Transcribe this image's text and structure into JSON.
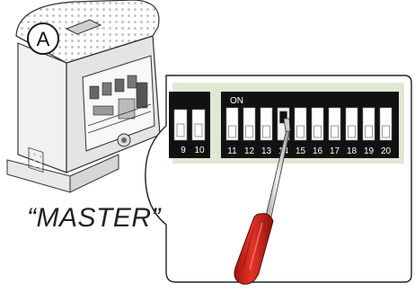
{
  "callout_label": "A",
  "caption": "“MASTER”",
  "dip_switch": {
    "on_label": "ON",
    "left_bank_numbers": [
      "9",
      "10"
    ],
    "main_bank_numbers": [
      "11",
      "12",
      "13",
      "14",
      "15",
      "16",
      "17",
      "18",
      "19",
      "20"
    ],
    "switch_14_state": "on"
  },
  "colors": {
    "pcb_green": "#dfe8d2",
    "switch_body": "#111111",
    "screwdriver_handle": "#d8261e",
    "outline": "#333333"
  },
  "icons": {
    "tool": "screwdriver-icon"
  }
}
